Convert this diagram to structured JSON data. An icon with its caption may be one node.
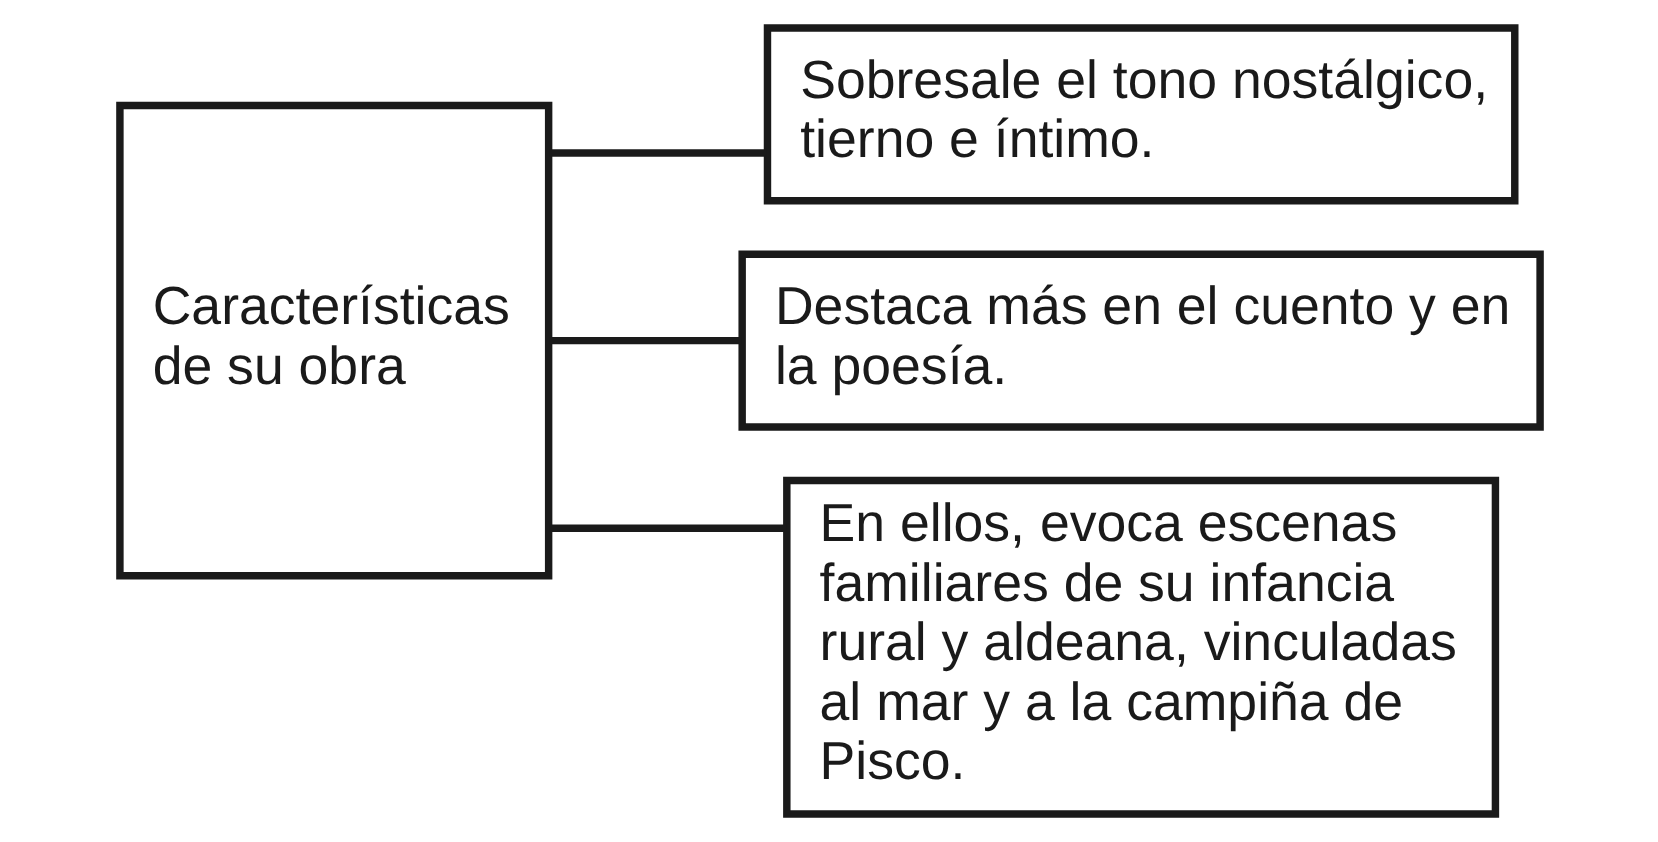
{
  "diagram": {
    "nodes": [
      {
        "text": [
          "Características de su obra"
        ]
      },
      {
        "text": [
          "Sobresale el tono nostálgico, tierno e íntimo."
        ]
      },
      {
        "text": [
          "Destaca más en el cuento y en la poesía."
        ]
      },
      {
        "text": [
          "En ellos, evoca escenas familiares de su infancia rural y aldeana, vinculadas al mar y a la campiña de Pisco."
        ]
      }
    ],
    "edges": [
      {
        "from": 0,
        "to": 1,
        "arrow": "none"
      },
      {
        "from": 0,
        "to": 2,
        "arrow": "none"
      },
      {
        "from": 0,
        "to": 3,
        "arrow": "none"
      }
    ]
  }
}
